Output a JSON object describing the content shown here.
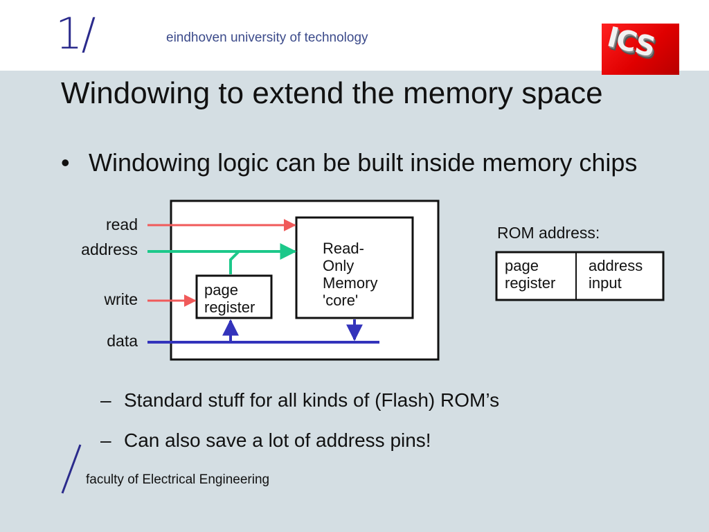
{
  "header": {
    "logo_number": "1",
    "logo_slash": "/",
    "university": "eindhoven university of technology",
    "ics_logo_text": "ICS"
  },
  "title": "Windowing to extend the memory space",
  "bullet": "Windowing logic can be built inside memory chips",
  "diagram": {
    "signals": {
      "read": "read",
      "address": "address",
      "write": "write",
      "data": "data"
    },
    "page_register": [
      "page",
      "register"
    ],
    "rom_core": [
      "Read-",
      "Only",
      "Memory",
      "'core'"
    ],
    "rom_address_label": "ROM address:",
    "rom_address_fields": {
      "page_register": [
        "page",
        "register"
      ],
      "address_input": [
        "address",
        "input"
      ]
    },
    "colors": {
      "read": "#f05a5a",
      "write": "#f05a5a",
      "address": "#1cc88a",
      "data": "#3333bb"
    }
  },
  "sub_bullets": [
    "Standard stuff for all kinds of (Flash) ROM’s",
    "Can also save a lot of address pins!"
  ],
  "footer": {
    "faculty": "faculty of Electrical Engineering"
  }
}
